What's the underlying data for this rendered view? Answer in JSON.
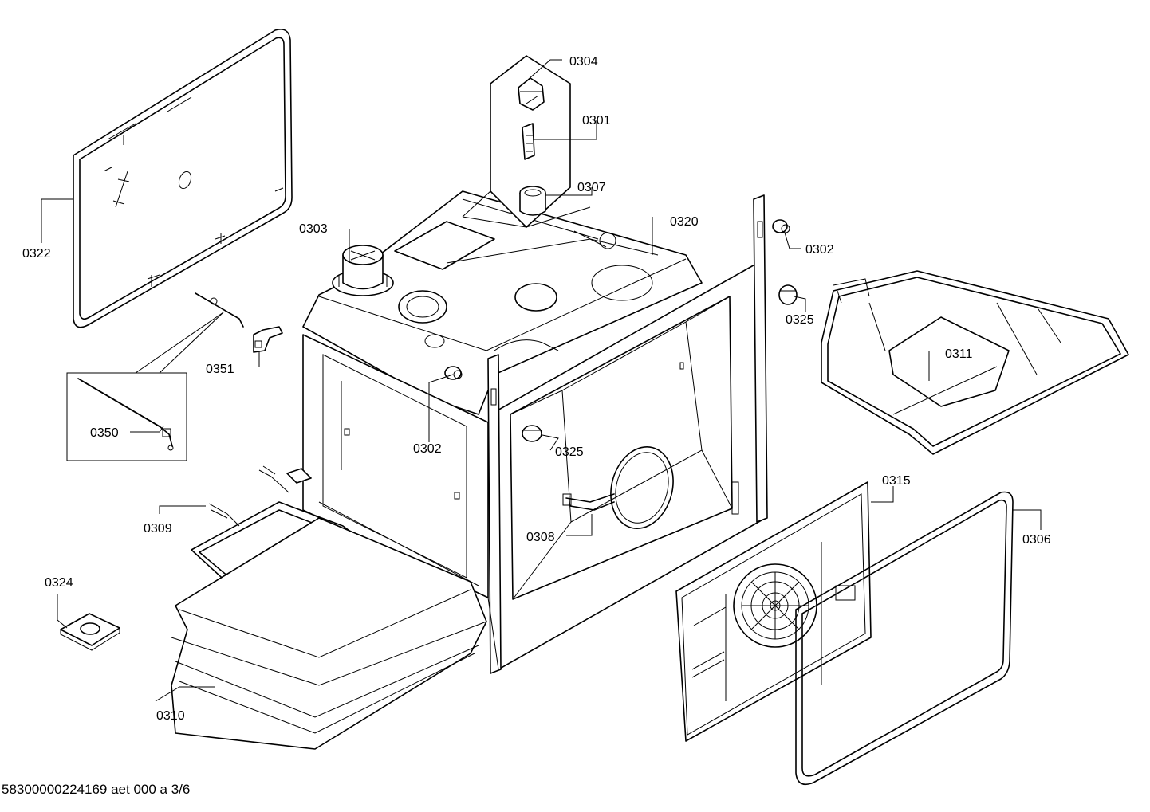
{
  "diagram": {
    "parts": [
      {
        "id": "p0301",
        "label": "0301"
      },
      {
        "id": "p0302a",
        "label": "0302"
      },
      {
        "id": "p0302b",
        "label": "0302"
      },
      {
        "id": "p0303",
        "label": "0303"
      },
      {
        "id": "p0304",
        "label": "0304"
      },
      {
        "id": "p0306",
        "label": "0306"
      },
      {
        "id": "p0307",
        "label": "0307"
      },
      {
        "id": "p0308",
        "label": "0308"
      },
      {
        "id": "p0309",
        "label": "0309"
      },
      {
        "id": "p0310",
        "label": "0310"
      },
      {
        "id": "p0311",
        "label": "0311"
      },
      {
        "id": "p0315",
        "label": "0315"
      },
      {
        "id": "p0320",
        "label": "0320"
      },
      {
        "id": "p0322",
        "label": "0322"
      },
      {
        "id": "p0324",
        "label": "0324"
      },
      {
        "id": "p0325a",
        "label": "0325"
      },
      {
        "id": "p0325b",
        "label": "0325"
      },
      {
        "id": "p0350",
        "label": "0350"
      },
      {
        "id": "p0351",
        "label": "0351"
      }
    ],
    "footer": "58300000224169 aet 000 a 3/6"
  }
}
